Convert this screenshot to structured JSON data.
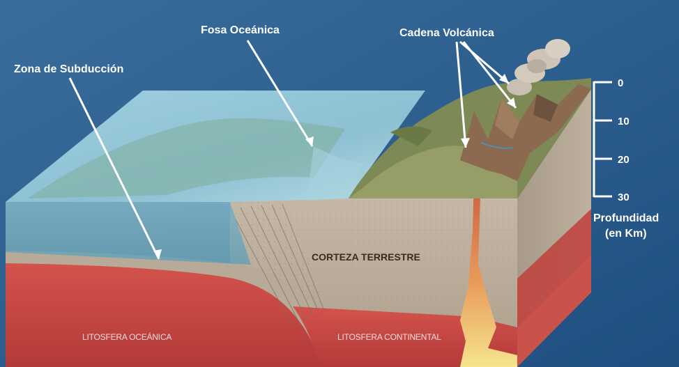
{
  "labels": {
    "subduction_zone": "Zona de Subducción",
    "trench": "Fosa Oceánica",
    "volcanic_chain": "Cadena Volcánica",
    "crust": "CORTEZA TERRESTRE",
    "oceanic_lithosphere": "LITOSFERA OCEÁNICA",
    "continental_lithosphere": "LITOSFERA CONTINENTAL"
  },
  "depth_scale": {
    "ticks": [
      "0",
      "10",
      "20",
      "30"
    ],
    "title_line1": "Profundidad",
    "title_line2": "(en Km)"
  },
  "colors": {
    "background": "#2a5c8c",
    "ocean": "#8fc3d6",
    "lithosphere": "#c94a45",
    "crust": "#b9ab9a",
    "magma": "#f2e08a"
  },
  "icons": {
    "volcano_plume": "smoke-plume-icon"
  }
}
